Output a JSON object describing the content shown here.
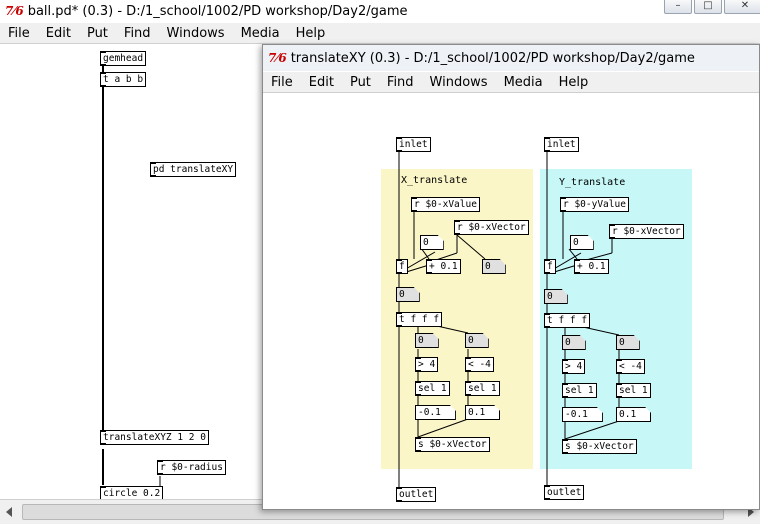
{
  "main_window": {
    "title": "ball.pd* (0.3) - D:/1_school/1002/PD workshop/Day2/game",
    "menu": [
      "File",
      "Edit",
      "Put",
      "Find",
      "Windows",
      "Media",
      "Help"
    ],
    "objects": {
      "gemhead": "gemhead",
      "trigger": "t a b b",
      "pd_translate": "pd translateXY",
      "translate_xyz": "translateXYZ 1 2 0",
      "receive_radius": "r $0-radius",
      "circle": "circle 0.2"
    }
  },
  "sub_window": {
    "title": "translateXY  (0.3) - D:/1_school/1002/PD workshop/Day2/game",
    "menu": [
      "File",
      "Edit",
      "Put",
      "Find",
      "Windows",
      "Media",
      "Help"
    ],
    "x": {
      "comment": "X_translate",
      "inlet": "inlet",
      "receive_value": "r $0-xValue",
      "receive_vector": "r $0-xVector",
      "num_a": "0",
      "num_b": "0",
      "float": "f",
      "plus": "+ 0.1",
      "num_c": "0",
      "trigger": "t f f f",
      "num_d": "0",
      "num_e": "0",
      "gt": "> 4",
      "lt": "< -4",
      "sel_a": "sel 1",
      "sel_b": "sel 1",
      "msg_neg": "-0.1",
      "msg_pos": "0.1",
      "send": "s $0-xVector",
      "outlet": "outlet"
    },
    "y": {
      "comment": "Y_translate",
      "inlet": "inlet",
      "receive_value": "r $0-yValue",
      "receive_vector": "r $0-xVector",
      "num_a": "0",
      "float": "f",
      "plus": "+ 0.1",
      "num_c": "0",
      "trigger": "t f f f",
      "num_d": "0",
      "num_e": "0",
      "gt": "> 4",
      "lt": "< -4",
      "sel_a": "sel 1",
      "sel_b": "sel 1",
      "msg_neg": "-0.1",
      "msg_pos": "0.1",
      "send": "s $0-xVector",
      "outlet": "outlet"
    }
  },
  "colors": {
    "x_region": "#fbf6c8",
    "y_region": "#c7f7f7",
    "tcl_icon": "#c80000"
  }
}
